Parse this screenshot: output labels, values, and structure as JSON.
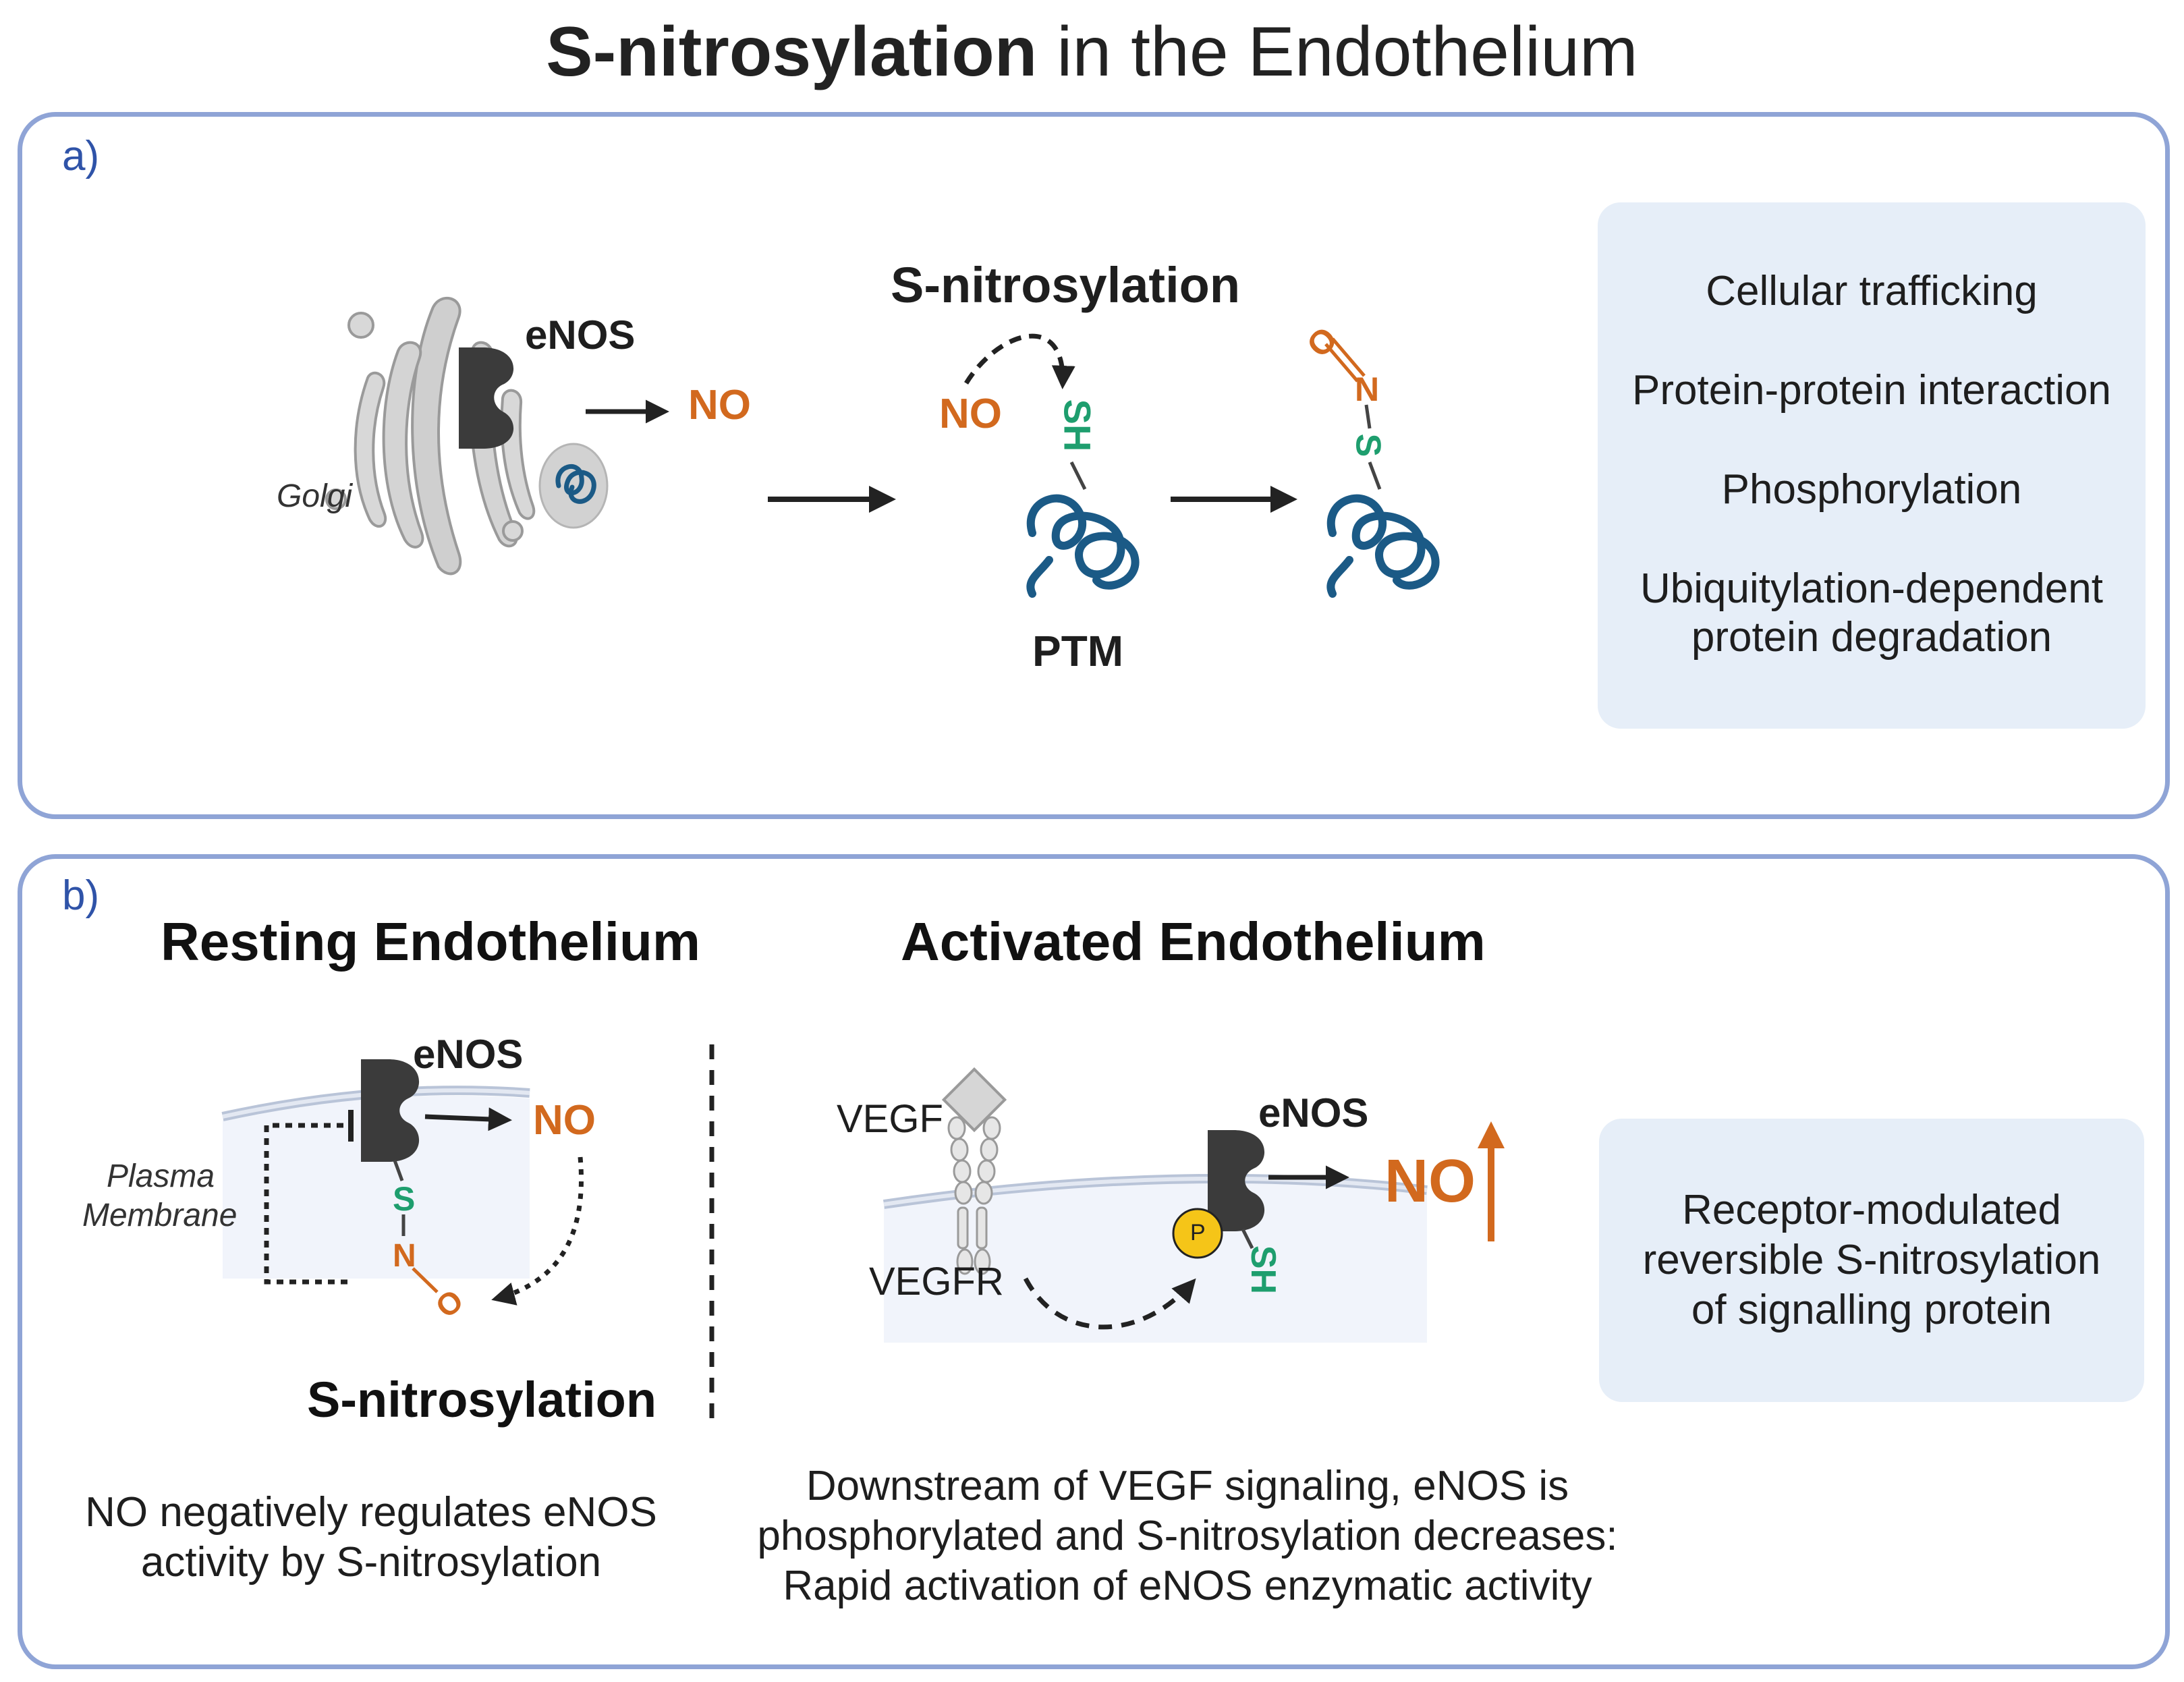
{
  "title": {
    "bold": "S-nitrosylation",
    "rest": " in the Endothelium"
  },
  "panel_a": {
    "label": "a)",
    "golgi_label": "Golgi",
    "enos_label": "eNOS",
    "no_label": "NO",
    "snitrosylation_label": "S-nitrosylation",
    "no_label_2": "NO",
    "sh_label": "SH",
    "ptm_label": "PTM",
    "onso_o": "O",
    "onso_n": "N",
    "onso_s": "S",
    "info": [
      "Cellular trafficking",
      "Protein-protein interaction",
      "Phosphorylation",
      "Ubiquitylation-dependent",
      "protein degradation"
    ]
  },
  "panel_b": {
    "label": "b)",
    "resting_title": "Resting Endothelium",
    "activated_title": "Activated Endothelium",
    "resting_enos": "eNOS",
    "resting_no": "NO",
    "membrane_label_1": "Plasma",
    "membrane_label_2": "Membrane",
    "resting_s": "S",
    "resting_n": "N",
    "resting_o": "O",
    "resting_snitro": "S-nitrosylation",
    "resting_caption_1": "NO negatively regulates eNOS",
    "resting_caption_2": "activity by S-nitrosylation",
    "vegf_label": "VEGF",
    "vegfr_label": "VEGFR",
    "p_label": "P",
    "act_enos": "eNOS",
    "act_no": "NO",
    "act_sh": "SH",
    "act_caption_1": "Downstream of VEGF signaling, eNOS is",
    "act_caption_2": "phosphorylated and S-nitrosylation decreases:",
    "act_caption_3": "Rapid activation of eNOS enzymatic activity",
    "info": [
      "Receptor-modulated",
      "reversible S-nitrosylation",
      "of signalling protein"
    ]
  },
  "colors": {
    "orange": "#d2691e",
    "green": "#1e9e6e",
    "blue_protein": "#1b5a86",
    "enos": "#3b3b3b",
    "panel_border": "#8fa4d6",
    "info_bg": "#e6eef8"
  }
}
